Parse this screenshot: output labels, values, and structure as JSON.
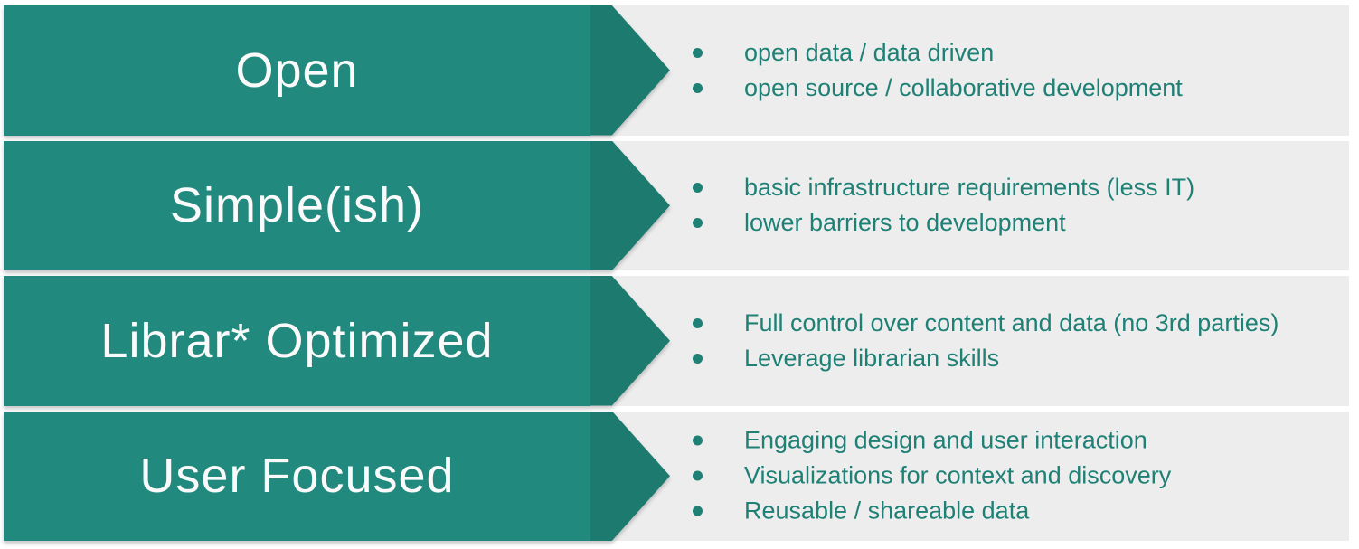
{
  "colors": {
    "arrow_body": "#21897D",
    "arrow_head": "#1D7A6E",
    "row_band": "#EDEDED",
    "bullet_text": "#1F8076",
    "title_text": "#FAFAFA",
    "page_background": "#FFFFFF"
  },
  "rows": [
    {
      "title": "Open",
      "bullets": [
        "open data / data driven",
        "open source / collaborative development"
      ]
    },
    {
      "title": "Simple(ish)",
      "bullets": [
        "basic infrastructure requirements (less IT)",
        "lower barriers to development"
      ]
    },
    {
      "title": "Librar* Optimized",
      "bullets": [
        "Full control over content and data (no 3rd parties)",
        "Leverage librarian skills"
      ]
    },
    {
      "title": "User Focused",
      "bullets": [
        "Engaging design and user interaction",
        "Visualizations for context and discovery",
        "Reusable / shareable data"
      ]
    }
  ]
}
